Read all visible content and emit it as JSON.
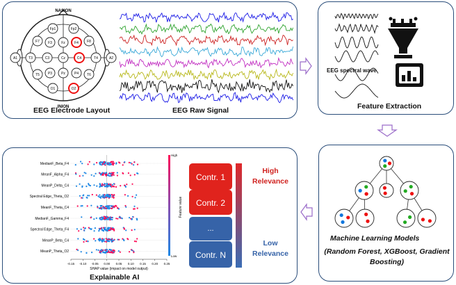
{
  "panels": {
    "eeg": {
      "layout_label": "EEG Electrode Layout",
      "raw_label": "EEG Raw Signal",
      "head_top": "NASION",
      "head_bottom": "INION",
      "electrodes": [
        "Fp1",
        "Fp2",
        "F7",
        "F3",
        "Fz",
        "F4",
        "F8",
        "A1",
        "T3",
        "C3",
        "Cz",
        "C4",
        "T4",
        "A2",
        "T5",
        "P3",
        "Pz",
        "P4",
        "T6",
        "O1",
        "O2"
      ],
      "highlighted": [
        "F4",
        "C4",
        "O2"
      ],
      "wave_colors": [
        "#1a1ae6",
        "#2ea32e",
        "#cc2222",
        "#3aa9d8",
        "#c22fc2",
        "#b8b81a",
        "#111111",
        "#1a1ae6"
      ]
    },
    "features": {
      "title": "Feature Extraction",
      "spectral_label": "EEG spectral wave"
    },
    "ml": {
      "title": "Machine Learning Models",
      "subtitle": "(Random Forest, XGBoost, Gradient Boosting)"
    },
    "xai": {
      "title": "Explainable AI",
      "features": [
        "MedianF_Beta_F4",
        "MeanF_Alpha_F4",
        "MeanP_Delta_C4",
        "Spectral Edge_Theta_O2",
        "MeanF_Theta_C4",
        "MedianF_Gamma_F4",
        "Spectral Edge_Theta_F4",
        "MeanP_Beta_C4",
        "MeanP_Theta_O2"
      ],
      "xticks": [
        "-0.15",
        "-0.10",
        "-0.05",
        "0.00",
        "0.05",
        "0.10",
        "0.15",
        "0.20",
        "0.25"
      ],
      "xlabel": "SHAP value (impact on model output)",
      "cbar_high": "High",
      "cbar_low": "Low",
      "cbar_label": "Feature value",
      "contrib": [
        "Contr. 1",
        "Contr. 2",
        "...",
        "Contr. N"
      ],
      "high_rel": [
        "High",
        "Relevance"
      ],
      "low_rel": [
        "Low",
        "Relevance"
      ]
    }
  }
}
